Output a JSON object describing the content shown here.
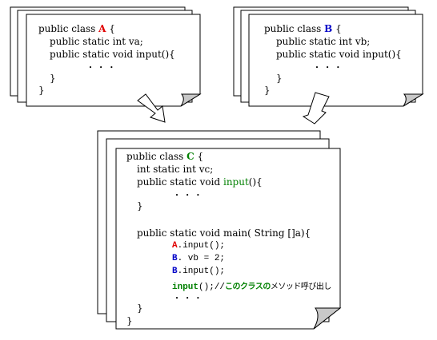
{
  "class_a": {
    "header_prefix": "public class ",
    "name": "A",
    "header_suffix": " {",
    "line1": "public static int va;",
    "line2": "public static void input(){",
    "ellipsis": "・ ・ ・",
    "close_inner": "}",
    "close_outer": "}"
  },
  "class_b": {
    "header_prefix": "public class ",
    "name": "B",
    "header_suffix": " {",
    "line1": "public static int vb;",
    "line2": "public static void input(){",
    "ellipsis": "・ ・ ・",
    "close_inner": "}",
    "close_outer": "}"
  },
  "class_c": {
    "header_prefix": "public class ",
    "name": "C",
    "header_suffix": " {",
    "line1": "int static int vc;",
    "line2_prefix": "public static void ",
    "line2_method": "input",
    "line2_suffix": "(){",
    "ellipsis1": "・ ・ ・",
    "close_input": "}",
    "main_header": "public static void main( String []a){",
    "stmt1_class": "A",
    "stmt1_rest": ".input();",
    "stmt2_class": "B",
    "stmt2_rest": ". vb = 2;",
    "stmt3_class": "B",
    "stmt3_rest": ".input();",
    "stmt4_method": "input",
    "stmt4_call": "();//",
    "stmt4_comment_bold": "このクラスの",
    "stmt4_comment_rest": "メソッド呼び出し",
    "ellipsis2": "・ ・ ・",
    "close_main": "}",
    "close_outer": "}"
  },
  "colors": {
    "class_a": "#e00000",
    "class_b": "#0000c8",
    "class_c": "#008000",
    "fold": "#c8c8c8"
  }
}
